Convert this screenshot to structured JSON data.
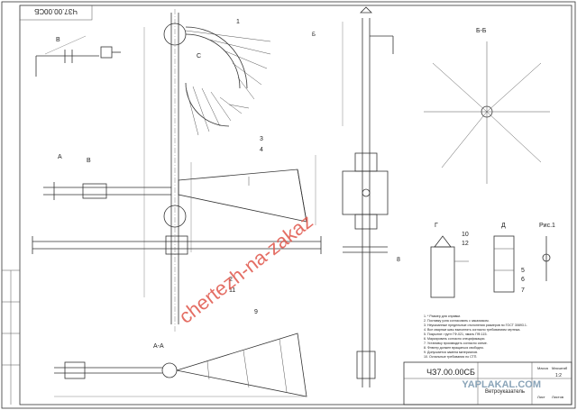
{
  "drawing": {
    "code_rotated": "ЧЗ7.00.00СБ",
    "code_stamp": "ЧЗ7.00.00СБ",
    "sheet_label": "Лист",
    "sheets_label": "Листов",
    "mass_label": "Масса",
    "scale_label": "Масштаб",
    "scale_value": "1:2",
    "stamp_title": "Ветроуказатель"
  },
  "views": {
    "v_label": "В",
    "bb_label": "Б-Б",
    "aa_label": "А-А",
    "g_label": "Г",
    "d_label": "Д",
    "ris_label": "Рис.1",
    "a_mark": "А",
    "b_mark": "Б",
    "c_mark": "С"
  },
  "callouts": [
    "1",
    "2",
    "3",
    "4",
    "9",
    "10",
    "11",
    "12",
    "5",
    "6",
    "7",
    "8"
  ],
  "notes": [
    "1. * Размер для справки.",
    "2. Поставку узла согласовать с заказчиком.",
    "3. Неуказанные предельные отклонения размеров по ГОСТ 30893.1.",
    "4. Все сварные швы выполнять согласно требованиям чертежа.",
    "5. Покрытие: грунт ГФ-021, эмаль ПФ-115.",
    "6. Маркировать согласно спецификации.",
    "7. Установку производить согласно схеме.",
    "8. Флюгер должен вращаться свободно.",
    "9. Допускается замена материалов.",
    "10. Остальные требования по СТП."
  ],
  "watermarks": {
    "main": "chertezh-na-zakaz",
    "corner": "YAPLAKAL.COM"
  }
}
